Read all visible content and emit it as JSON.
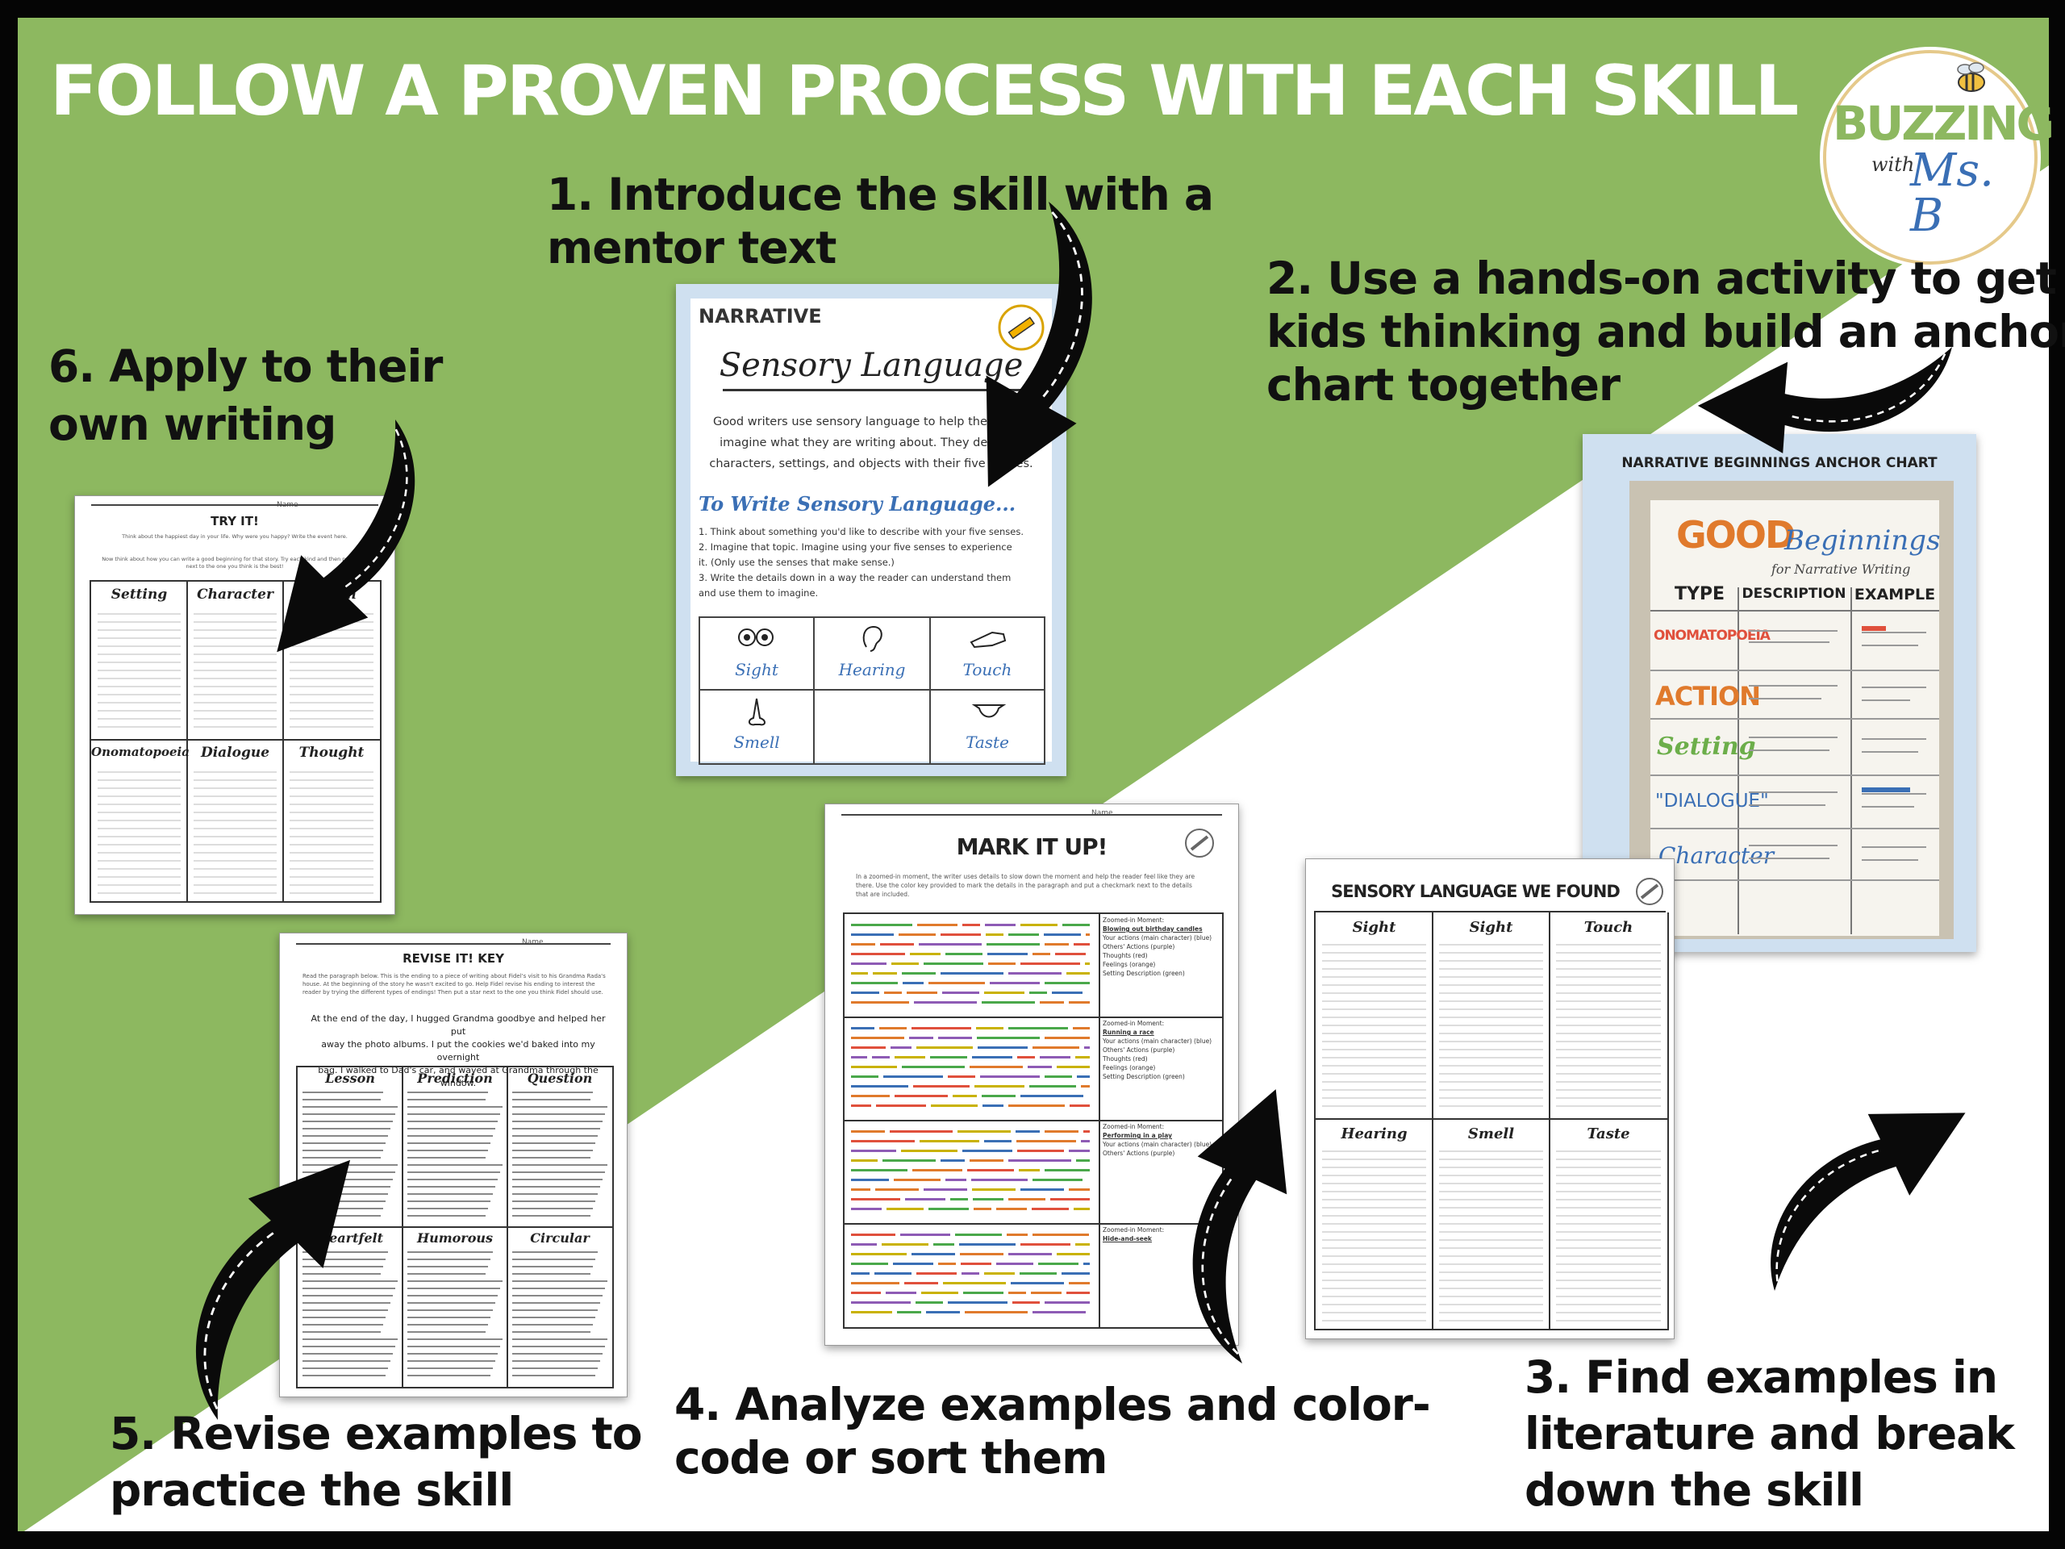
{
  "title": "FOLLOW A PROVEN PROCESS WITH EACH SKILL",
  "colors": {
    "green": "#8db860",
    "frame": "#050505",
    "white": "#ffffff",
    "text": "#111111",
    "accent_blue": "#3a6fb5"
  },
  "logo": {
    "line1": "BUZZING",
    "line2": "with",
    "line3": "Ms. B",
    "icon": "bee-icon"
  },
  "steps": [
    {
      "lines": [
        "1. Introduce the skill with a",
        "mentor text"
      ]
    },
    {
      "lines": [
        "2.  Use a hands-on activity to get",
        "kids thinking and build an anchor",
        "chart together"
      ]
    },
    {
      "lines": [
        "3. Find examples in",
        "literature and break",
        "down the skill"
      ]
    },
    {
      "lines": [
        "4. Analyze examples and color-",
        "code or sort them"
      ]
    },
    {
      "lines": [
        "5. Revise examples to",
        "practice the skill"
      ]
    },
    {
      "lines": [
        "6. Apply to their",
        "own writing"
      ]
    }
  ],
  "mentor_sheet": {
    "tag": "NARRATIVE",
    "heading": "Sensory Language",
    "intro": [
      "Good writers use sensory language to help the reader",
      "imagine what they are writing about. They describe",
      "characters, settings, and objects with their five senses."
    ],
    "subheading": "To Write Sensory Language...",
    "steps": [
      "1. Think about something you'd like to describe with your five senses.",
      "2. Imagine that topic. Imagine using your five senses to experience",
      "it. (Only use the senses that make sense.)",
      "3. Write the details down in a way the reader can understand them",
      "and use them to imagine."
    ],
    "senses": [
      "Sight",
      "Hearing",
      "Touch",
      "Smell",
      "",
      "Taste"
    ]
  },
  "anchor_chart": {
    "caption": "NARRATIVE BEGINNINGS ANCHOR CHART",
    "title1": "GOOD",
    "title2": "Beginnings",
    "subtitle": "for Narrative Writing",
    "columns": [
      "TYPE",
      "DESCRIPTION",
      "EXAMPLE"
    ],
    "rows": [
      "ONOMATOPOEIA",
      "ACTION",
      "Setting",
      "\"DIALOGUE\"",
      "Character"
    ]
  },
  "try_it": {
    "name_label": "Name",
    "title": "TRY IT!",
    "prompt1": "Think about the happiest day in your life. Why were you happy? Write the event here.",
    "prompt2": "Now think about how you can write a good beginning for that story. Try each kind and then put a star next to the one you think is the best!",
    "cells": [
      "Setting",
      "Character",
      "Action",
      "Onomatopoeia",
      "Dialogue",
      "Thought"
    ]
  },
  "revise_it": {
    "name_label": "Name",
    "title": "REVISE IT! KEY",
    "intro": "Read the paragraph below. This is the ending to a piece of writing about Fidel's visit to his Grandma Rada's house. At the beginning of the story he wasn't excited to go. Help Fidel revise his ending to interest the reader by trying the different types of endings! Then put a star next to the one you think Fidel should use.",
    "para": [
      "At the end of the day, I hugged Grandma goodbye and helped her put",
      "away the photo albums. I put the cookies we'd baked into my overnight",
      "bag. I walked to Dad's car, and waved at Grandma through the window."
    ],
    "cells": [
      "Lesson",
      "Prediction",
      "Question",
      "Heartfelt",
      "Humorous",
      "Circular"
    ]
  },
  "mark_it": {
    "name_label": "Name",
    "title": "MARK IT UP!",
    "intro": [
      "In a zoomed-in moment, the writer uses details to slow down the moment and help the reader feel like they are",
      "there. Use the color key provided to mark the details in the paragraph and put a checkmark next to the details",
      "that are included."
    ],
    "moments": [
      {
        "label": "Zoomed-in Moment:",
        "title": "Blowing out birthday candles"
      },
      {
        "label": "Zoomed-in Moment:",
        "title": "Running a race"
      },
      {
        "label": "Zoomed-in Moment:",
        "title": "Performing in a play"
      },
      {
        "label": "Zoomed-in Moment:",
        "title": "Hide-and-seek"
      }
    ],
    "key": [
      "Your actions (main character) (blue)",
      "Others' Actions (purple)",
      "Thoughts (red)",
      "Feelings (orange)",
      "Setting Description (green)"
    ]
  },
  "found": {
    "title": "SENSORY LANGUAGE WE FOUND",
    "cells": [
      "Sight",
      "Sight",
      "Touch",
      "Hearing",
      "Smell",
      "Taste"
    ]
  }
}
